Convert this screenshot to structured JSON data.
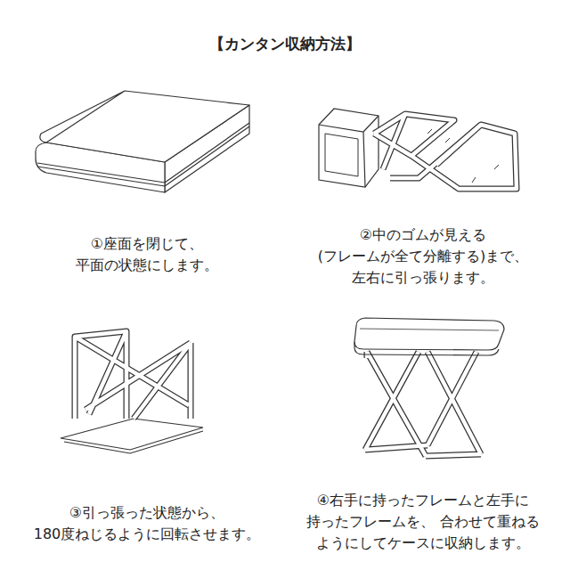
{
  "diagram": {
    "title": "【カンタン収納方法】",
    "labels": [
      "①座面を閉じて、 平面の状態にします。",
      "②中のゴムが見える (フレームが全て分離する)まで、 左右に引っ張ります。",
      "③引っ張った状態から、 180度ねじるように回転させます。",
      "④右手に持ったフレームと左手に 持ったフレームを、 合わせて重ねる ようにしてケースに収納します。"
    ]
  }
}
